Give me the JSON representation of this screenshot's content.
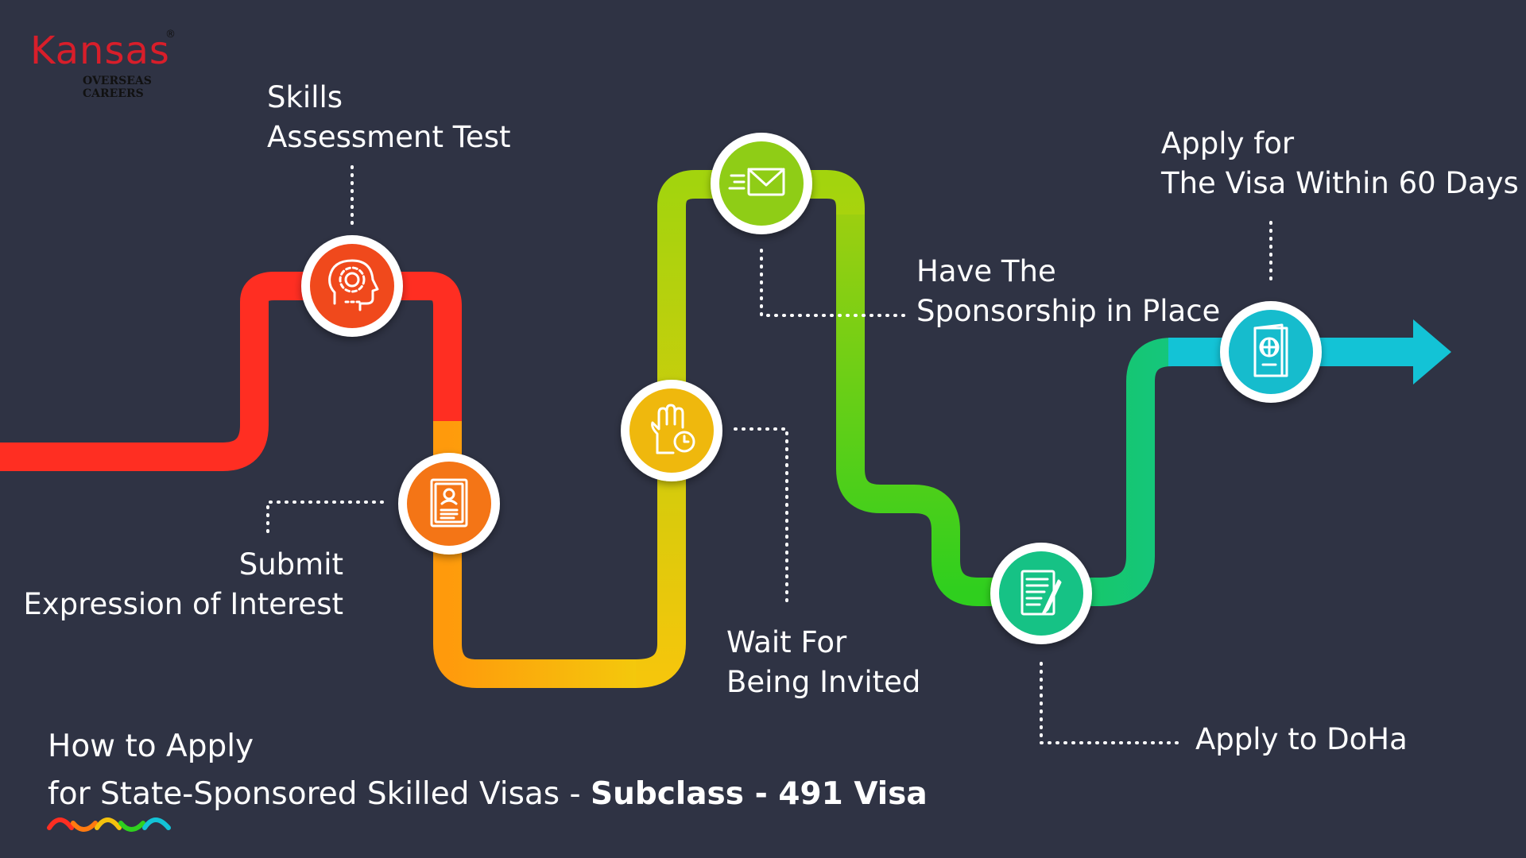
{
  "brand": {
    "name": "Kansas",
    "subtitle": "OVERSEAS CAREERS",
    "registered": "®",
    "color": "#d81e2a"
  },
  "steps": [
    {
      "lines": [
        "Skills",
        "Assessment Test"
      ],
      "icon": "head-gear-icon",
      "color": "#f04a1e"
    },
    {
      "lines": [
        "Submit",
        "Expression of Interest"
      ],
      "icon": "document-profile-icon",
      "color": "#f47514"
    },
    {
      "lines": [
        "Wait For",
        "Being Invited"
      ],
      "icon": "hand-clock-icon",
      "color": "#efb80c"
    },
    {
      "lines": [
        "Have The",
        "Sponsorship in Place"
      ],
      "icon": "envelope-icon",
      "color": "#8fcd12"
    },
    {
      "lines": [
        "Apply to DoHa"
      ],
      "icon": "document-pen-icon",
      "color": "#12c285"
    },
    {
      "lines": [
        "Apply for",
        "The Visa Within 60 Days"
      ],
      "icon": "passport-icon",
      "color": "#13bccd"
    }
  ],
  "footer": {
    "line1": "How to Apply",
    "line2_prefix": "for State-Sponsored Skilled Visas - ",
    "line2_bold": "Subclass - 491 Visa"
  },
  "colors": {
    "background": "#2f3344",
    "red": "#ff2e22",
    "orange": "#ff7a10",
    "yellow": "#f4c20d",
    "lime": "#a6d60c",
    "green": "#2fd11e",
    "teal": "#10c0b8",
    "cyan": "#13c3d6"
  }
}
